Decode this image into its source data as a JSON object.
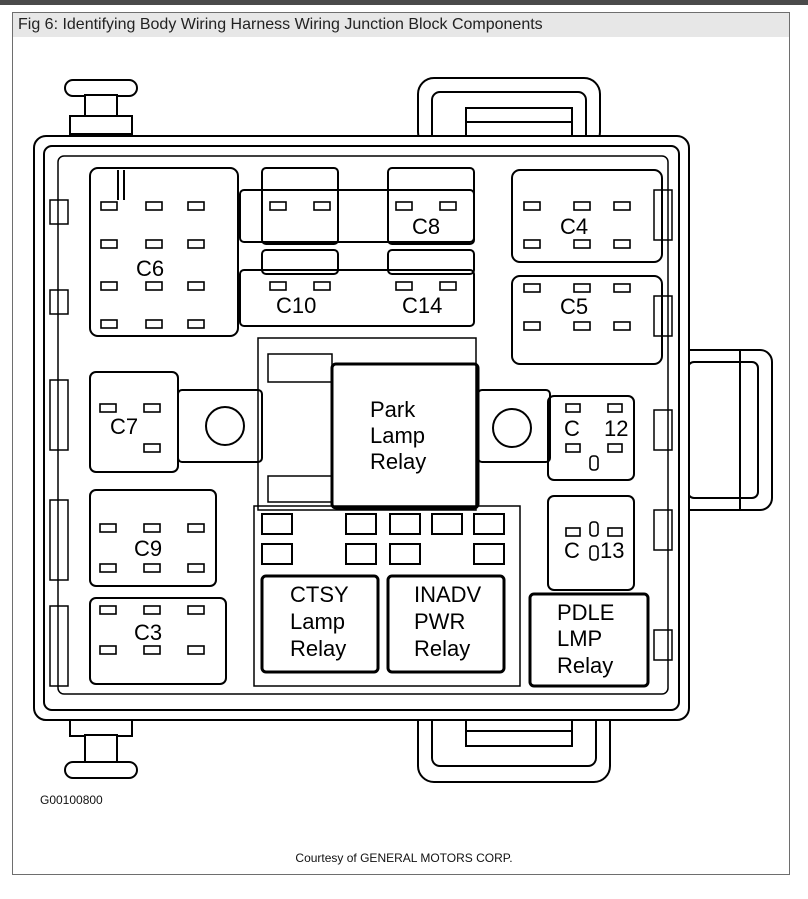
{
  "figure": {
    "title": "Fig 6: Identifying Body Wiring Harness Wiring Junction Block Components",
    "figure_id": "G00100800",
    "credit": "Courtesy of GENERAL MOTORS CORP."
  },
  "connectors": {
    "c6": "C6",
    "c8": "C8",
    "c10": "C10",
    "c14": "C14",
    "c4": "C4",
    "c5": "C5",
    "c7": "C7",
    "c9": "C9",
    "c3": "C3",
    "c12_letter": "C",
    "c12_num": "12",
    "c13_letter": "C",
    "c13_num": "13"
  },
  "relays": {
    "park": [
      "Park",
      "Lamp",
      "Relay"
    ],
    "ctsy": [
      "CTSY",
      "Lamp",
      "Relay"
    ],
    "inadv": [
      "INADV",
      "PWR",
      "Relay"
    ],
    "pdle": [
      "PDLE",
      "LMP",
      "Relay"
    ]
  }
}
